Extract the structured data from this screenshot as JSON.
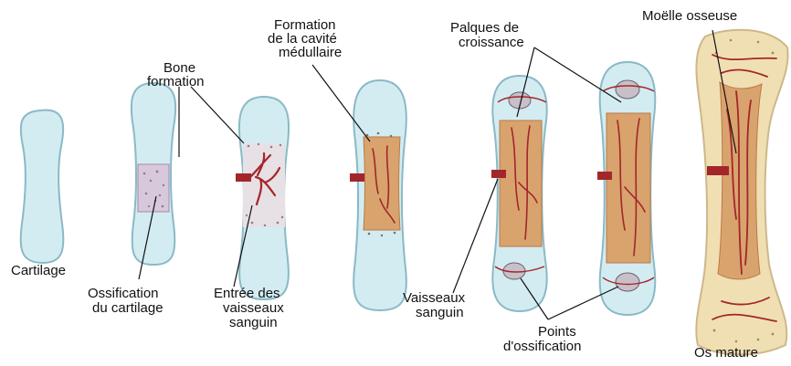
{
  "labels": {
    "cartilage": "Cartilage",
    "bone_formation_1": "Bone",
    "bone_formation_2": "formation",
    "ossification_1": "Ossification",
    "ossification_2": "du cartilage",
    "entree_1": "Entrée des",
    "entree_2": "vaisseaux",
    "entree_3": "sanguin",
    "formation_1": "Formation",
    "formation_2": "de la cavité",
    "formation_3": "médullaire",
    "palques_1": "Palques de",
    "palques_2": "croissance",
    "vaisseaux_1": "Vaisseaux",
    "vaisseaux_2": "sanguin",
    "points_1": "Points",
    "points_2": "d'ossification",
    "moelle": "Moëlle osseuse",
    "os_mature": "Os mature"
  },
  "colors": {
    "cartilage": "#d3ecf2",
    "cartilage_stroke": "#8ab9c6",
    "bone": "#d9a36e",
    "bone_dark": "#b97a45",
    "vessel": "#a3262a",
    "mature_bone": "#f1dfb4"
  }
}
